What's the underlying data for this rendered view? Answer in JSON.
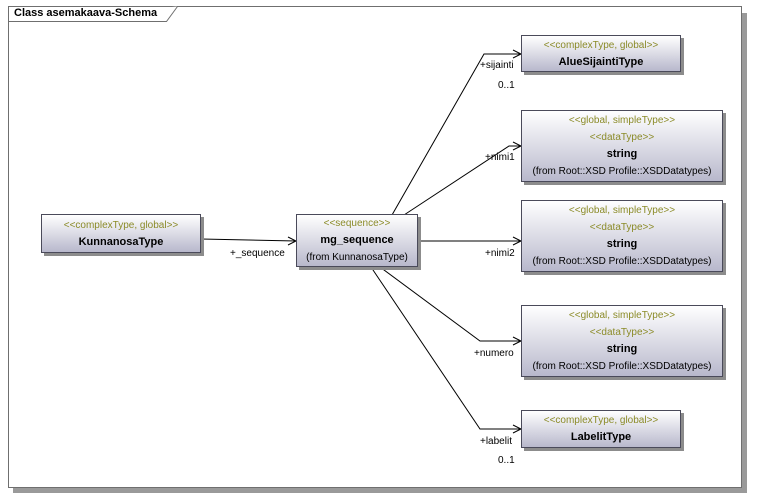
{
  "frame": {
    "title": "Class asemakaava-Schema"
  },
  "classes": {
    "kunnanosa": {
      "stereotype": "<<complexType, global>>",
      "name": "KunnanosaType"
    },
    "mg": {
      "stereotype": "<<sequence>>",
      "name": "mg_sequence",
      "from": "(from KunnanosaType)"
    },
    "alue": {
      "stereotype": "<<complexType, global>>",
      "name": "AlueSijaintiType"
    },
    "nimi1": {
      "stereotype1": "<<global, simpleType>>",
      "stereotype2": "<<dataType>>",
      "name": "string",
      "from": "(from Root::XSD Profile::XSDDatatypes)"
    },
    "nimi2": {
      "stereotype1": "<<global, simpleType>>",
      "stereotype2": "<<dataType>>",
      "name": "string",
      "from": "(from Root::XSD Profile::XSDDatatypes)"
    },
    "numero": {
      "stereotype1": "<<global, simpleType>>",
      "stereotype2": "<<dataType>>",
      "name": "string",
      "from": "(from Root::XSD Profile::XSDDatatypes)"
    },
    "labelit": {
      "stereotype": "<<complexType, global>>",
      "name": "LabelitType"
    }
  },
  "associations": {
    "sequence": {
      "role": "+_sequence"
    },
    "sijainti": {
      "role": "+sijainti",
      "multiplicity": "0..1"
    },
    "nimi1": {
      "role": "+nimi1"
    },
    "nimi2": {
      "role": "+nimi2"
    },
    "numero": {
      "role": "+numero"
    },
    "labelit": {
      "role": "+labelit",
      "multiplicity": "0..1"
    }
  }
}
